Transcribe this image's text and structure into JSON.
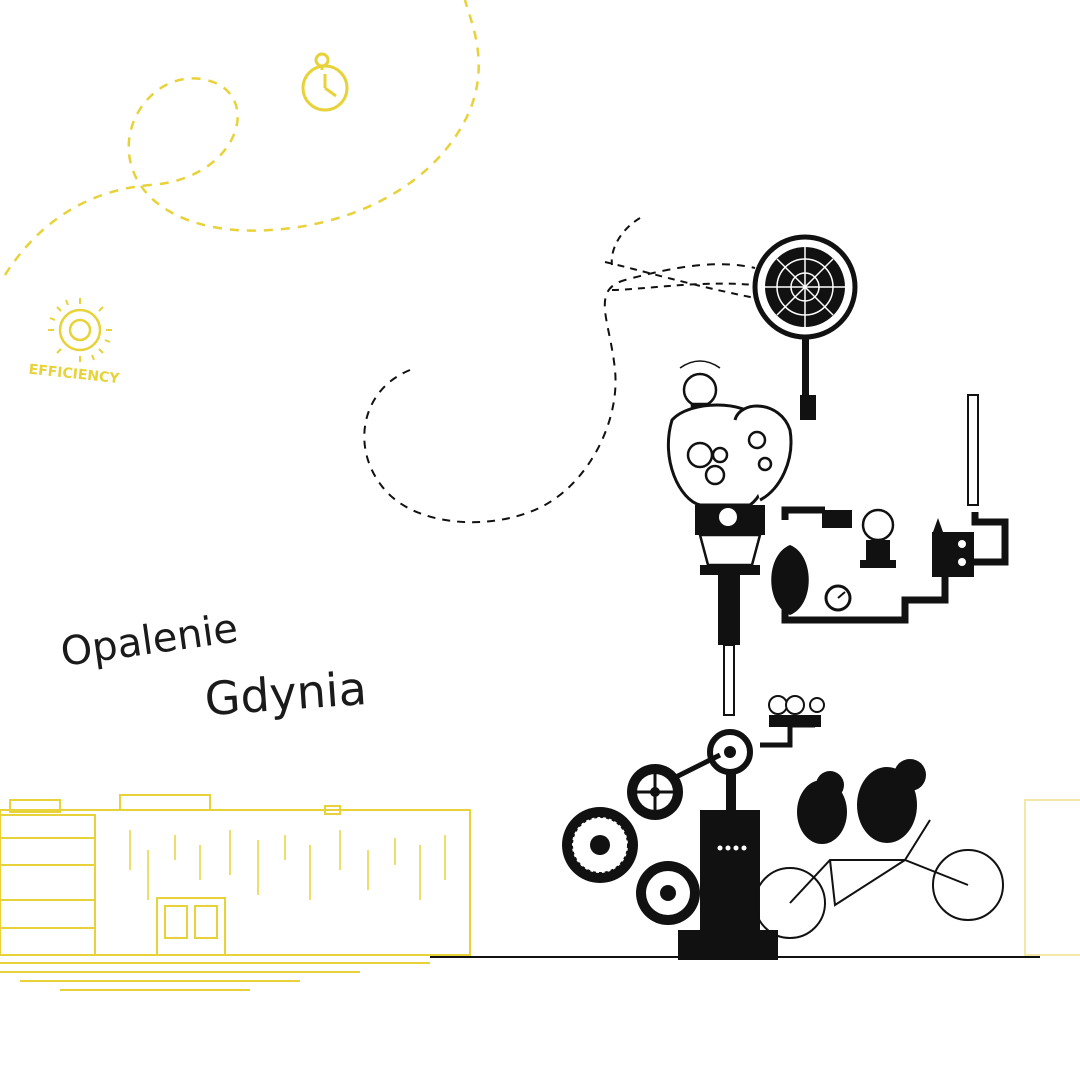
{
  "headline": {
    "line1": "Opalenie",
    "line2": "Gdynia"
  },
  "badge": {
    "label": "EFFICIENCY",
    "icon": "sun-icon"
  },
  "decorations": {
    "stopwatch_icon": "stopwatch-icon",
    "fan_icon": "fan-icon",
    "bulb_icon": "light-bulb-icon"
  },
  "colors": {
    "accent": "#e8d23a",
    "ink": "#111111",
    "background": "#ffffff"
  }
}
